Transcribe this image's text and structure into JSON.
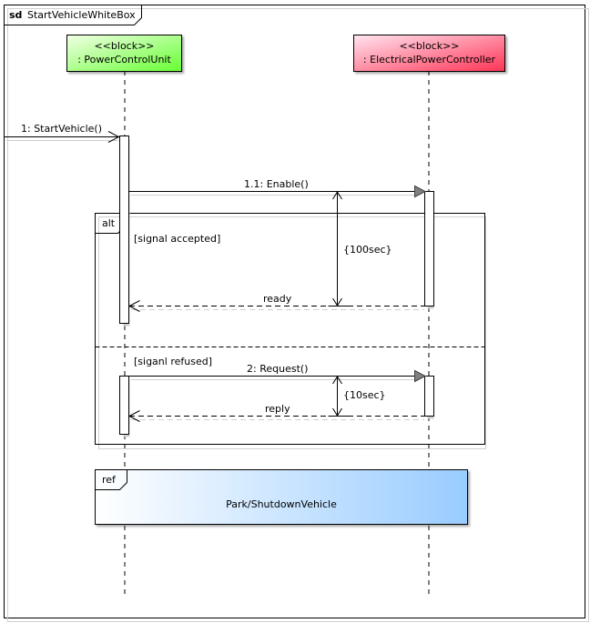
{
  "frame": {
    "keyword": "sd",
    "name": "StartVehicleWhiteBox"
  },
  "lifelines": [
    {
      "stereotype": "<<block>>",
      "name": ": PowerControlUnit",
      "stereotype_color": "#00aa00",
      "fill_from": "#f2ffe6",
      "fill_to": "#66ff33"
    },
    {
      "stereotype": "<<block>>",
      "name": ": ElectricalPowerController",
      "stereotype_color": "#cc0066",
      "fill_from": "#ffe6f0",
      "fill_to": "#ff3355"
    }
  ],
  "messages": {
    "start_vehicle": "1: StartVehicle()",
    "enable": "1.1: Enable()",
    "ready": "ready",
    "request": "2: Request()",
    "reply": "reply"
  },
  "constraints": {
    "first": "{100sec}",
    "second": "{10sec}"
  },
  "alt_fragment": {
    "operator": "alt",
    "guard_1": "[signal accepted]",
    "guard_2": "[siganl refused]"
  },
  "ref_fragment": {
    "operator": "ref",
    "label": "Park/ShutdownVehicle",
    "fill_from": "#ffffff",
    "fill_to": "#99ccff"
  }
}
